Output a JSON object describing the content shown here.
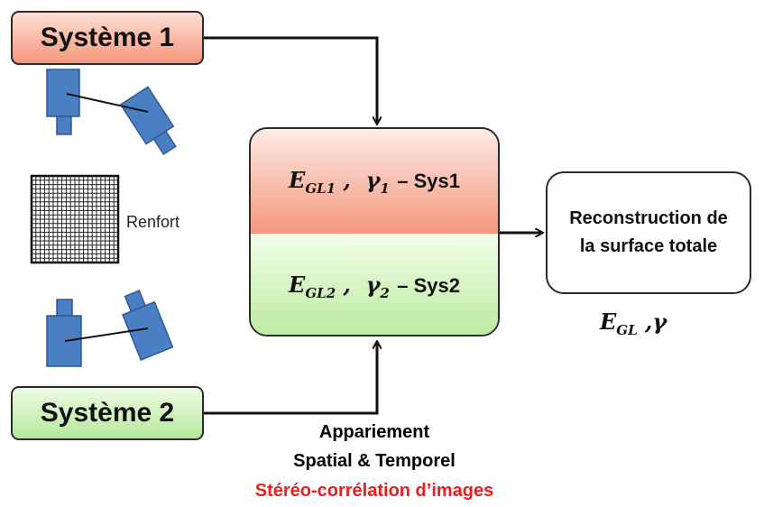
{
  "system1": {
    "label": "Système 1",
    "colors": [
      "#fde0d4",
      "#f5967b"
    ]
  },
  "system2": {
    "label": "Système 2",
    "colors": [
      "#eefae4",
      "#b6e89c"
    ]
  },
  "reinforcement_label": "Renfort",
  "center": {
    "top": {
      "symbol": "E",
      "symbol_sub": "GL1",
      "sep": ",",
      "gamma": "γ",
      "gamma_sub": "1",
      "sys": "– Sys1"
    },
    "bottom": {
      "symbol": "E",
      "symbol_sub": "GL2",
      "sep": ",",
      "gamma": "γ",
      "gamma_sub": "2",
      "sys": "– Sys2"
    }
  },
  "reconstruction": {
    "line1": "Reconstruction de",
    "line2": "la surface totale"
  },
  "result": {
    "symbol": "E",
    "symbol_sub": "GL",
    "sep": ",",
    "gamma": "γ"
  },
  "caption": {
    "line1": "Appariement",
    "line2": "Spatial & Temporel",
    "line3": "Stéréo-corrélation d’images",
    "line3_color": "#ee1c1c"
  },
  "camera_color": "#4a7fc4",
  "icons": [
    "camera-icon",
    "camera-icon",
    "camera-icon",
    "camera-icon",
    "speckle-grid-icon",
    "arrow-icon"
  ]
}
